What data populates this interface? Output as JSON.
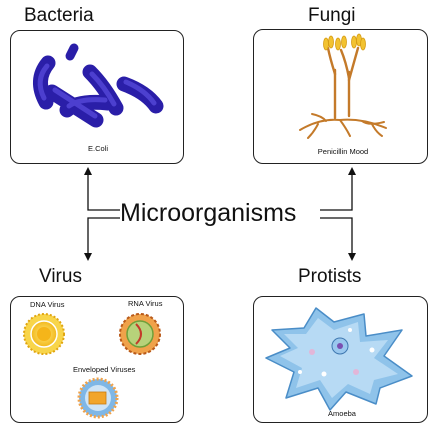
{
  "title": "Microorganisms",
  "groups": {
    "bacteria": {
      "heading": "Bacteria",
      "caption": "E.Coli",
      "color": "#2a1ea8"
    },
    "fungi": {
      "heading": "Fungi",
      "caption": "Penicillin Mood",
      "color": "#c47a2a"
    },
    "virus": {
      "heading": "Virus",
      "labels": [
        "DNA Virus",
        "RNA Virus",
        "Enveloped Viruses"
      ]
    },
    "protists": {
      "heading": "Protists",
      "caption": "Amoeba",
      "color": "#8fc3ea"
    }
  }
}
